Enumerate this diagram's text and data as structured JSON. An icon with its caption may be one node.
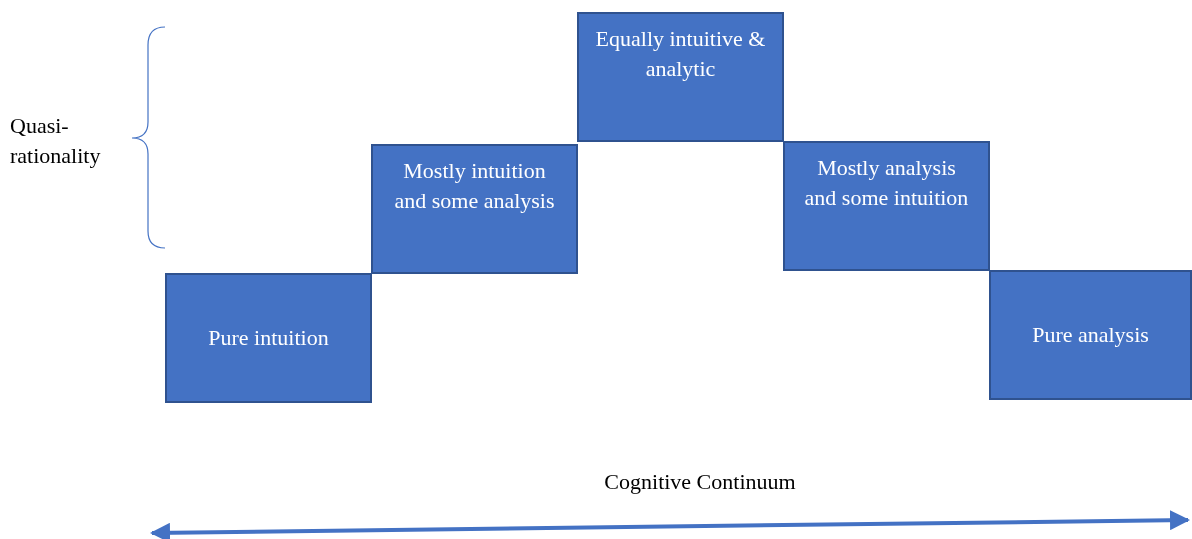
{
  "diagram": {
    "nodes": [
      {
        "text": [
          "Pure intuition"
        ]
      },
      {
        "text": [
          "Mostly intuition and some analysis"
        ]
      },
      {
        "text": [
          "Equally intuitive & analytic"
        ]
      },
      {
        "text": [
          "Mostly analysis and some intuition"
        ]
      },
      {
        "text": [
          "Pure analysis"
        ]
      }
    ],
    "labels": [
      "Quasi-rationality",
      "Cognitive Continuum"
    ]
  }
}
